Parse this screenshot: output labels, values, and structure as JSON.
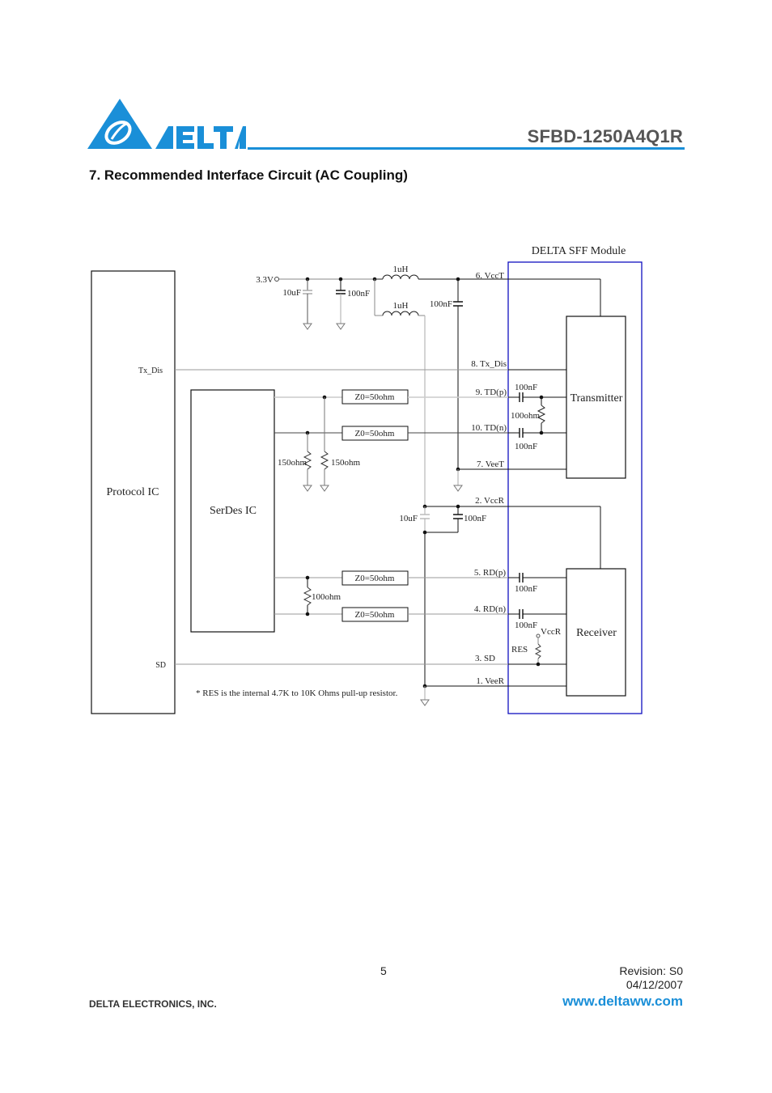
{
  "header": {
    "brand": "DELTA",
    "model": "SFBD-1250A4Q1R",
    "brand_color": "#1a8fd8"
  },
  "section": {
    "title": "7. Recommended Interface Circuit (AC Coupling)"
  },
  "diagram": {
    "module_title": "DELTA SFF Module",
    "blocks": {
      "protocol_ic": "Protocol IC",
      "serdes_ic": "SerDes IC",
      "transmitter": "Transmitter",
      "receiver": "Receiver"
    },
    "supply": "3.3V",
    "protocol_pins": {
      "tx_dis": "Tx_Dis",
      "sd": "SD"
    },
    "module_pins": {
      "vcct": "6. VccT",
      "tx_dis": "8. Tx_Dis",
      "tdp": "9. TD(p)",
      "tdn": "10. TD(n)",
      "veet": "7. VeeT",
      "vccr": "2. VccR",
      "rdp": "5. RD(p)",
      "rdn": "4. RD(n)",
      "sd": "3. SD",
      "veer": "1. VeeR"
    },
    "components": {
      "c_10uf_top": "10uF",
      "c_100nf_top": "100nF",
      "l1": "1uH",
      "l2": "1uH",
      "c_100nf_vcct": "100nF",
      "z0_tdp": "Z0=50ohm",
      "z0_tdn": "Z0=50ohm",
      "r_150_left": "150ohm",
      "r_150_right": "150ohm",
      "c_tdp": "100nF",
      "r_tx_term": "100ohm",
      "c_tdn": "100nF",
      "c_10uf_vccr": "10uF",
      "c_100nf_vccr": "100nF",
      "z0_rdp": "Z0=50ohm",
      "z0_rdn": "Z0=50ohm",
      "r_rx_term": "100ohm",
      "c_rdp": "100nF",
      "c_rdn": "100nF",
      "res": "RES",
      "res_supply": "VccR"
    },
    "note": "* RES is the internal 4.7K to 10K Ohms pull-up resistor."
  },
  "footer": {
    "page": "5",
    "revision": "Revision:  S0",
    "date": "04/12/2007",
    "company": "DELTA ELECTRONICS, INC.",
    "website": "www.deltaww.com"
  }
}
